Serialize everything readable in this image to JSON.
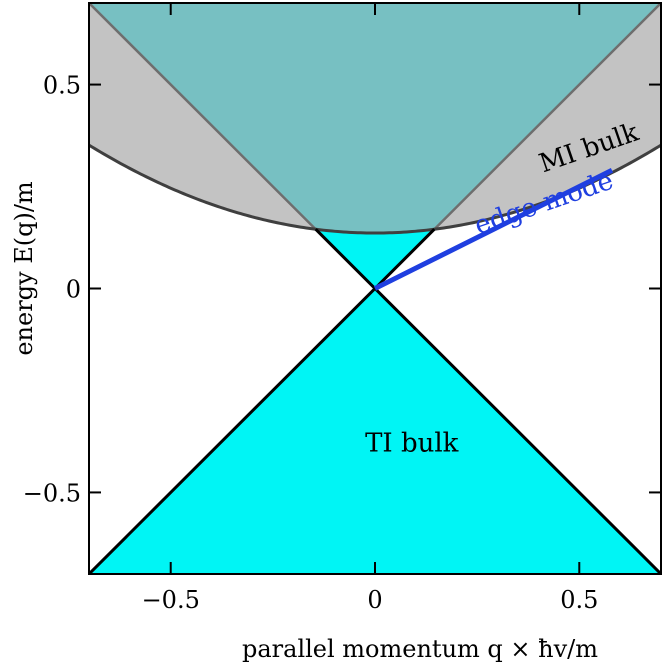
{
  "chart_data": {
    "type": "area",
    "title": "",
    "xlabel": "parallel momentum  q × ħv/m",
    "ylabel": "energy  E(q)/m",
    "xlim": [
      -0.7,
      0.7
    ],
    "ylim": [
      -0.7,
      0.7
    ],
    "xticks": [
      -0.5,
      0,
      0.5
    ],
    "xtick_labels": [
      "−0.5",
      "0",
      "0.5"
    ],
    "yticks": [
      -0.5,
      0,
      0.5
    ],
    "ytick_labels": [
      "−0.5",
      "0",
      "0.5"
    ],
    "grid": false,
    "mi_gap": 0.136,
    "mi_curvature": 0.44,
    "edge_mode": {
      "x": [
        0,
        0.58
      ],
      "y": [
        0,
        0.29
      ],
      "slope": 0.5
    },
    "regions": [
      {
        "name": "TI bulk",
        "color": "#00f5f5"
      },
      {
        "name": "MI bulk",
        "color": "#c3c3c3"
      },
      {
        "name": "overlap",
        "color": "#77c0c2"
      }
    ],
    "annotations": [
      {
        "text": "TI bulk",
        "x": 0.09,
        "y": -0.4
      },
      {
        "text": "MI bulk",
        "x": 0.53,
        "y": 0.325,
        "angle": -19
      },
      {
        "text": "edge mode",
        "x": 0.42,
        "y": 0.19,
        "angle": -19
      }
    ],
    "colors": {
      "edge_mode": "#1f3fe0",
      "mi_boundary": "#3f3f3f",
      "cone_line": "#000000"
    }
  }
}
